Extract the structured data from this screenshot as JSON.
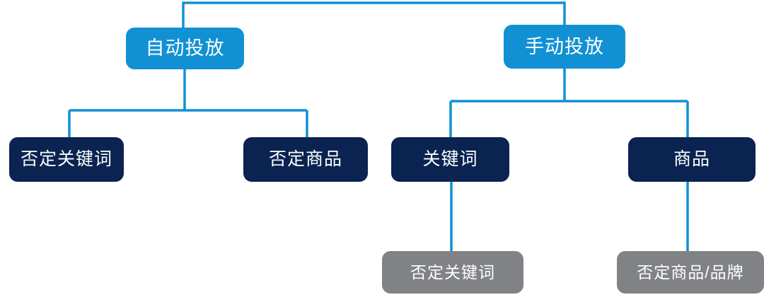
{
  "diagram": {
    "type": "tree",
    "title": "",
    "colors": {
      "blue": "#1191d4",
      "navy": "#0a2350",
      "gray": "#808285",
      "connector": "#1191d4",
      "background": "#ffffff",
      "text": "#ffffff"
    },
    "nodes": [
      {
        "id": "auto",
        "label": "自动投放",
        "level": 1,
        "style": "blue"
      },
      {
        "id": "manual",
        "label": "手动投放",
        "level": 1,
        "style": "blue"
      },
      {
        "id": "neg_kw",
        "label": "否定关键词",
        "level": 2,
        "style": "navy"
      },
      {
        "id": "neg_prod",
        "label": "否定商品",
        "level": 2,
        "style": "navy"
      },
      {
        "id": "kw",
        "label": "关键词",
        "level": 2,
        "style": "navy"
      },
      {
        "id": "prod",
        "label": "商品",
        "level": 2,
        "style": "navy"
      },
      {
        "id": "neg_kw2",
        "label": "否定关键词",
        "level": 3,
        "style": "gray"
      },
      {
        "id": "neg_brand",
        "label": "否定商品/品牌",
        "level": 3,
        "style": "gray"
      }
    ],
    "edges": [
      {
        "from": "root",
        "to": "auto"
      },
      {
        "from": "root",
        "to": "manual"
      },
      {
        "from": "auto",
        "to": "neg_kw"
      },
      {
        "from": "auto",
        "to": "neg_prod"
      },
      {
        "from": "manual",
        "to": "kw"
      },
      {
        "from": "manual",
        "to": "prod"
      },
      {
        "from": "kw",
        "to": "neg_kw2"
      },
      {
        "from": "prod",
        "to": "neg_brand"
      }
    ]
  }
}
